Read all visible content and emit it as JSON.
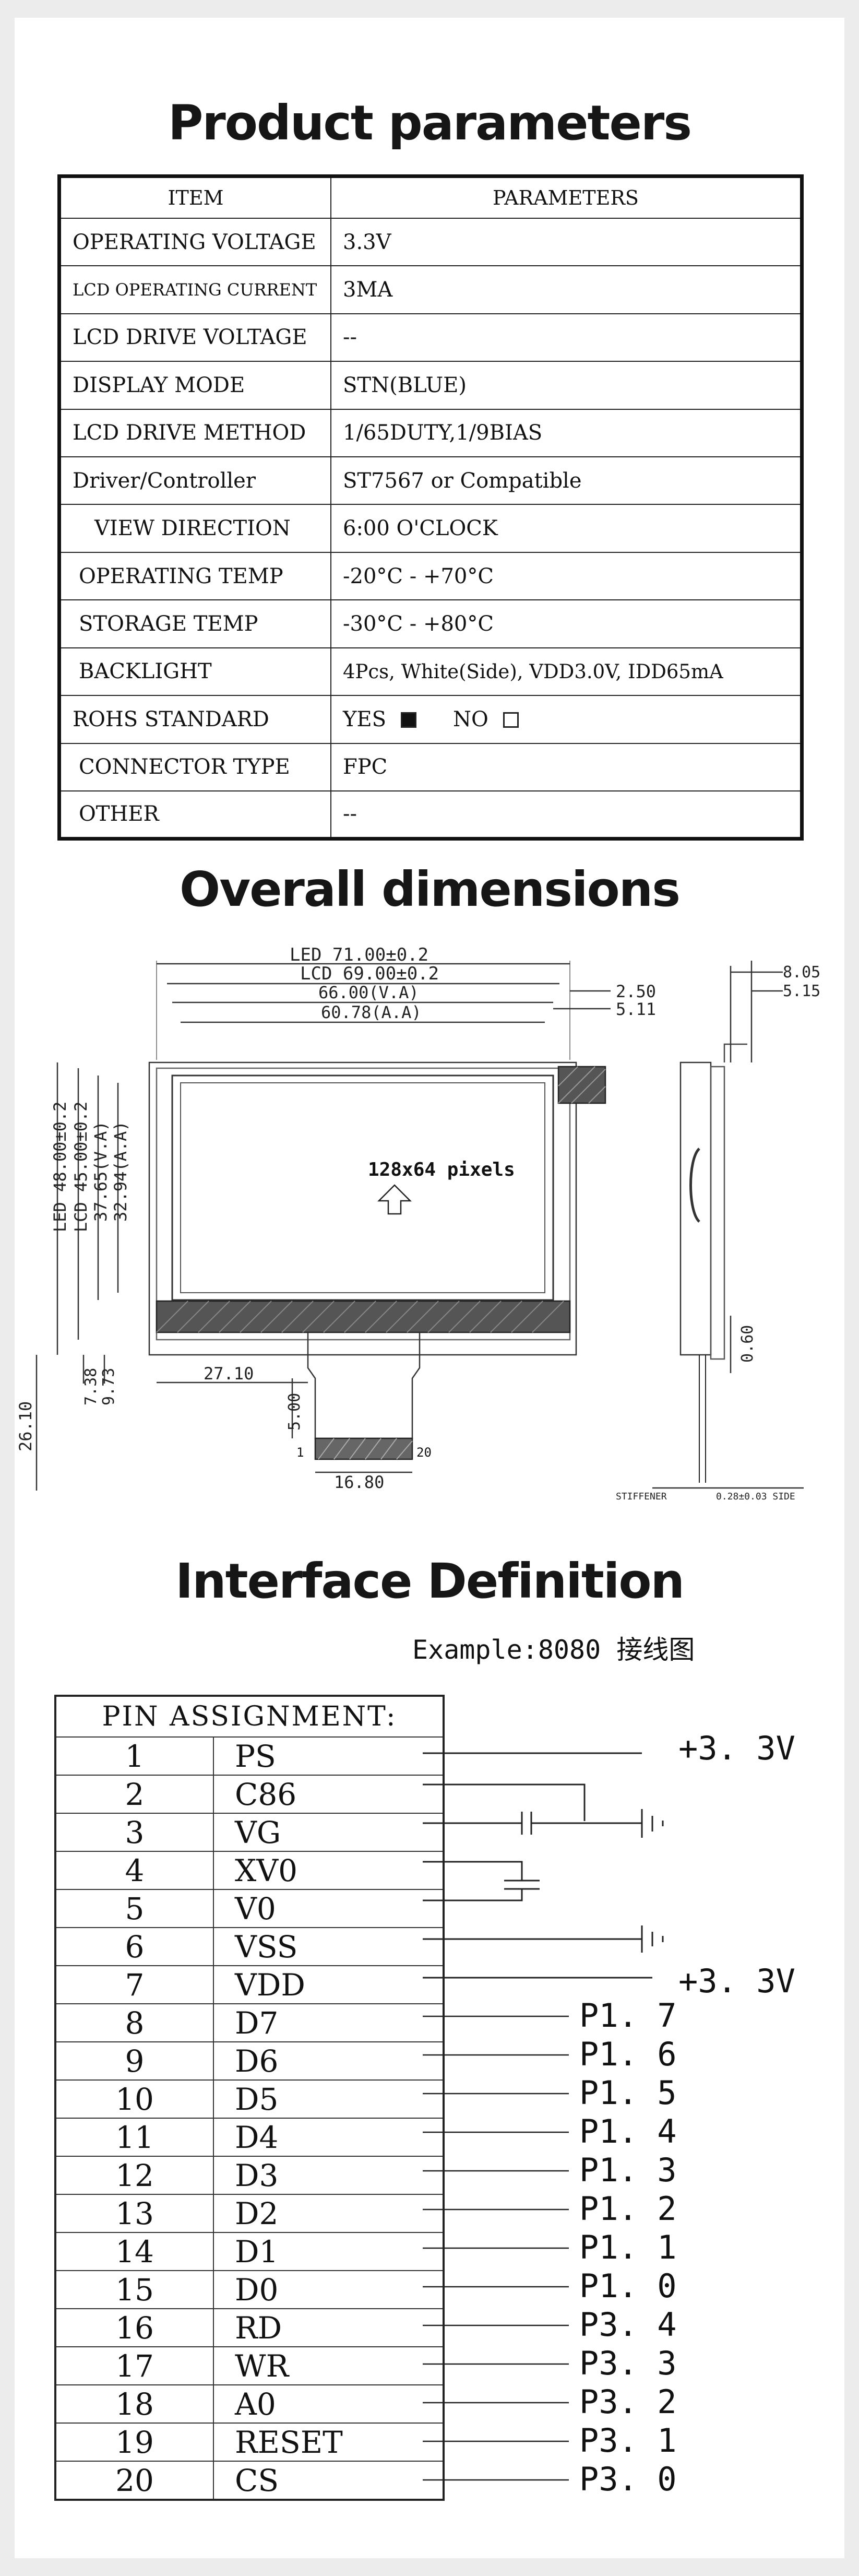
{
  "sections": {
    "parameters_title": "Product parameters",
    "dimensions_title": "Overall dimensions",
    "interface_title": "Interface Definition"
  },
  "parameters": {
    "header_item": "ITEM",
    "header_value": "PARAMETERS",
    "rows": [
      {
        "item": "OPERATING VOLTAGE",
        "value": "3.3V"
      },
      {
        "item": "LCD OPERATING CURRENT",
        "value": "3MA"
      },
      {
        "item": "LCD DRIVE VOLTAGE",
        "value": "--"
      },
      {
        "item": "DISPLAY MODE",
        "value": "STN(BLUE)"
      },
      {
        "item": "LCD DRIVE METHOD",
        "value": "1/65DUTY,1/9BIAS"
      },
      {
        "item": "Driver/Controller",
        "value": "ST7567 or Compatible"
      },
      {
        "item": "VIEW DIRECTION",
        "value": "6:00 O'CLOCK"
      },
      {
        "item": "OPERATING TEMP",
        "value": "-20°C - +70°C"
      },
      {
        "item": "STORAGE TEMP",
        "value": "-30°C - +80°C"
      },
      {
        "item": "BACKLIGHT",
        "value": "4Pcs, White(Side), VDD3.0V, IDD65mA"
      },
      {
        "item": "ROHS STANDARD",
        "value": ""
      },
      {
        "item": "CONNECTOR TYPE",
        "value": "FPC"
      },
      {
        "item": "OTHER",
        "value": "--"
      }
    ],
    "rohs_yes": "YES",
    "rohs_no": "NO"
  },
  "dimensions": {
    "led_width": "LED 71.00±0.2",
    "lcd_width": "LCD 69.00±0.2",
    "va_width": "66.00(V.A)",
    "aa_width": "60.78(A.A)",
    "right_a": "2.50",
    "right_b": "5.11",
    "led_height": "LED 48.00±0.2",
    "lcd_height": "LCD 45.00±0.2",
    "va_height": "37.65(V.A)",
    "aa_height": "32.94(A.A)",
    "pixels": "128x64 pixels",
    "total_height": "26.10",
    "dim_738": "7.38",
    "dim_973": "9.73",
    "dim_2710": "27.10",
    "dim_500": "5.00",
    "dim_1680": "16.80",
    "pin_1": "1",
    "pin_20": "20",
    "side_805": "8.05",
    "side_515": "5.15",
    "side_060": "0.60",
    "stiffener": "STIFFENER",
    "side_note": "0.28±0.03 SIDE"
  },
  "interface": {
    "example": "Example:8080 接线图",
    "pin_header": "PIN ASSIGNMENT:",
    "pins": [
      {
        "num": "1",
        "sig": "PS"
      },
      {
        "num": "2",
        "sig": "C86"
      },
      {
        "num": "3",
        "sig": "VG"
      },
      {
        "num": "4",
        "sig": "XV0"
      },
      {
        "num": "5",
        "sig": "V0"
      },
      {
        "num": "6",
        "sig": "VSS"
      },
      {
        "num": "7",
        "sig": "VDD"
      },
      {
        "num": "8",
        "sig": "D7"
      },
      {
        "num": "9",
        "sig": "D6"
      },
      {
        "num": "10",
        "sig": "D5"
      },
      {
        "num": "11",
        "sig": "D4"
      },
      {
        "num": "12",
        "sig": "D3"
      },
      {
        "num": "13",
        "sig": "D2"
      },
      {
        "num": "14",
        "sig": "D1"
      },
      {
        "num": "15",
        "sig": "D0"
      },
      {
        "num": "16",
        "sig": "RD"
      },
      {
        "num": "17",
        "sig": "WR"
      },
      {
        "num": "18",
        "sig": "A0"
      },
      {
        "num": "19",
        "sig": "RESET"
      },
      {
        "num": "20",
        "sig": "CS"
      }
    ],
    "vcc_top": "+3. 3V",
    "vcc_vdd": "+3. 3V",
    "ports": [
      "P1. 7",
      "P1. 6",
      "P1. 5",
      "P1. 4",
      "P1. 3",
      "P1. 2",
      "P1. 1",
      "P1. 0",
      "P3. 4",
      "P3. 3",
      "P3. 2",
      "P3. 1",
      "P3. 0"
    ]
  }
}
